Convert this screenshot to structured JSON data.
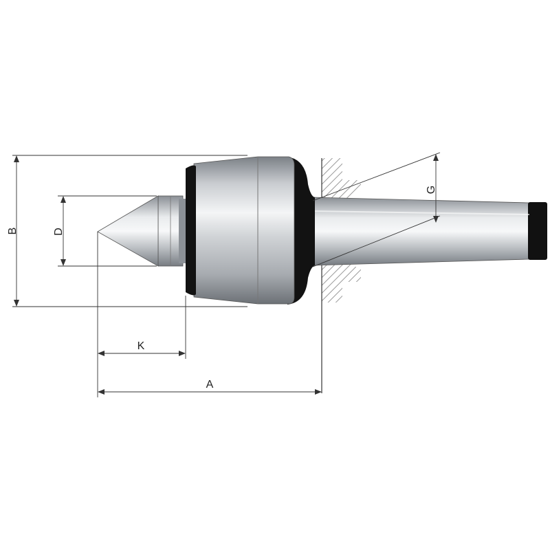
{
  "dimensions": {
    "A": "A",
    "B": "B",
    "D": "D",
    "G": "G",
    "K": "K"
  },
  "colors": {
    "steel_light": "#f2f4f6",
    "steel_mid": "#b8bcc1",
    "steel_dark": "#6f747a",
    "seal_black": "#111111",
    "line": "#333333",
    "hatch": "#888888"
  }
}
